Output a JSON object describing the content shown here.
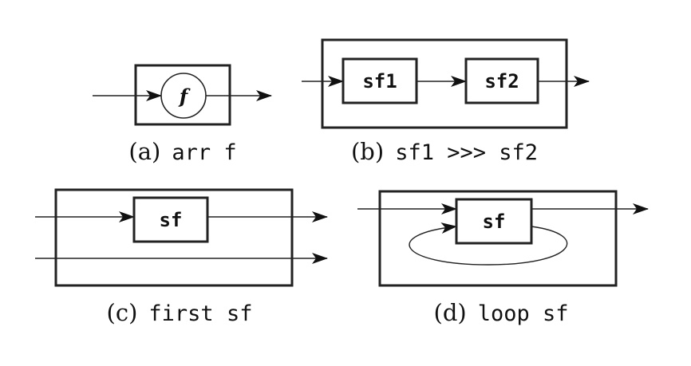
{
  "panels": {
    "a": {
      "function_label": "f",
      "caption_letter": "(a)",
      "caption_code": "arr f"
    },
    "b": {
      "node1_label": "sf1",
      "node2_label": "sf2",
      "caption_letter": "(b)",
      "caption_code": "sf1 >>> sf2"
    },
    "c": {
      "node_label": "sf",
      "caption_letter": "(c)",
      "caption_code": "first sf"
    },
    "d": {
      "node_label": "sf",
      "caption_letter": "(d)",
      "caption_code": "loop sf"
    }
  }
}
